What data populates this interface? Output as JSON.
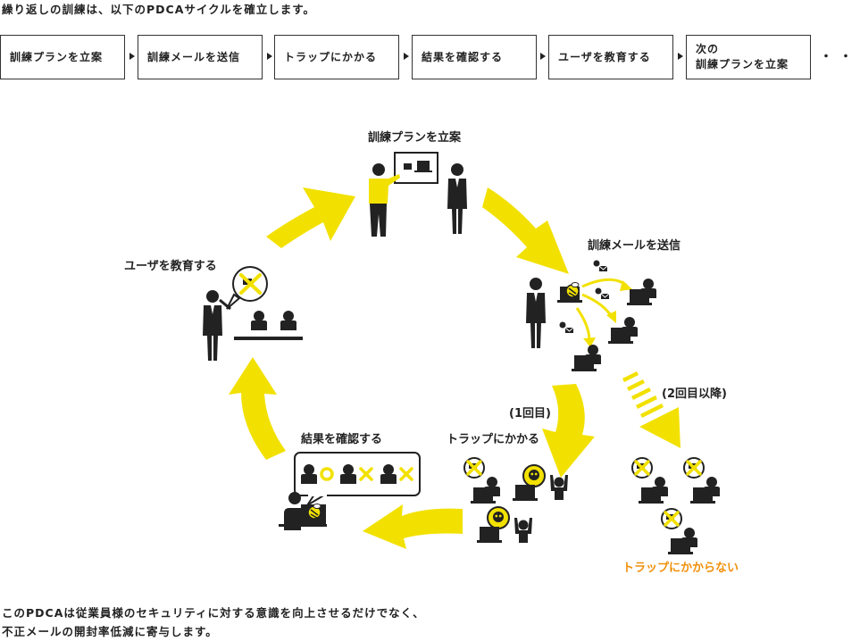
{
  "intro_text": "繰り返しの訓練は、以下のPDCAサイクルを確立します。",
  "flow_steps": [
    {
      "label": "訓練プランを立案"
    },
    {
      "label": "訓練メールを送信"
    },
    {
      "label": "トラップにかかる"
    },
    {
      "label": "結果を確認する"
    },
    {
      "label": "ユーザを教育する"
    },
    {
      "label": "次の\n訓練プランを立案"
    }
  ],
  "flow_ellipsis": "・・・",
  "cycle": {
    "plan_label": "訓練プランを立案",
    "send_label": "訓練メールを送信",
    "trap_label": "トラップにかかる",
    "first_time_label": "(1回目)",
    "second_time_label": "(2回目以降)",
    "no_trap_label": "トラップにかからない",
    "check_label": "結果を確認する",
    "educate_label": "ユーザを教育する"
  },
  "colors": {
    "accent_yellow": "#f2e100",
    "orange": "#f0900a",
    "figure": "#222222"
  },
  "outro_lines": [
    "このPDCAは従業員様のセキュリティに対する意識を向上させるだけでなく、",
    "不正メールの開封率低減に寄与します。"
  ]
}
